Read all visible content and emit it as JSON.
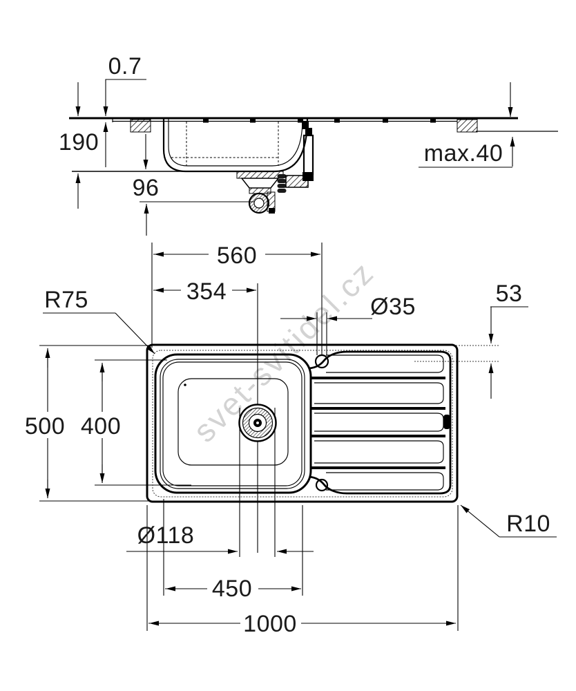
{
  "watermark": "svet-svitidel.cz",
  "section": {
    "sheet_thickness": "0.7",
    "bowl_depth": "190",
    "trap_clearance": "96",
    "counter_thickness": "max.40"
  },
  "plan": {
    "tap_center_from_left": "560",
    "drain_center_from_left": "354",
    "tap_hole_diameter": "Ø35",
    "tap_offset_from_edge": "53",
    "bowl_corner_radius": "R75",
    "overall_depth": "500",
    "bowl_outer_depth": "400",
    "drain_hole_diameter": "Ø118",
    "bowl_outer_width": "450",
    "overall_length": "1000",
    "outer_corner_radius": "R10"
  }
}
